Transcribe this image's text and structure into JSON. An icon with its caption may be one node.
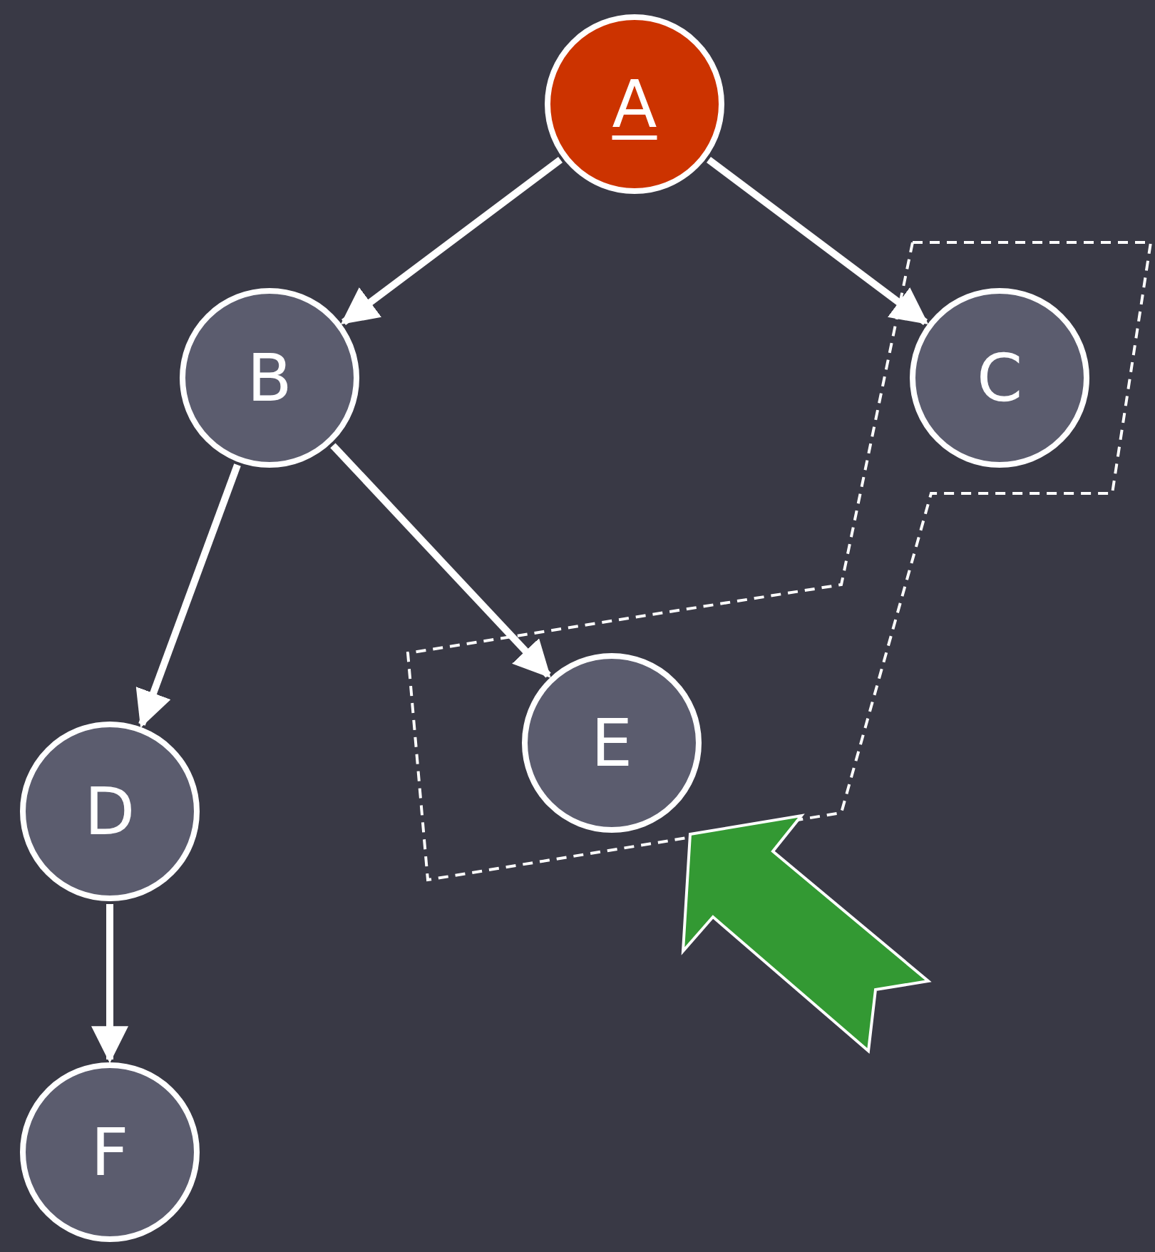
{
  "diagram": {
    "nodes": [
      {
        "text": [
          "A"
        ]
      },
      {
        "text": [
          "B"
        ]
      },
      {
        "text": [],
        "shape": "polygon"
      },
      {
        "text": [
          "C"
        ],
        "in": 2
      },
      {
        "text": [
          "D"
        ]
      },
      {
        "text": [
          "E"
        ],
        "in": 2
      },
      {
        "text": [
          "F"
        ]
      }
    ],
    "edges": [
      {
        "from": 0,
        "to": 1,
        "arrow": "to"
      },
      {
        "from": 0,
        "to": 3,
        "arrow": "to"
      },
      {
        "from": 1,
        "to": 4,
        "arrow": "to"
      },
      {
        "from": 1,
        "to": 5,
        "arrow": "to"
      },
      {
        "from": 4,
        "to": 6,
        "arrow": "to"
      },
      {
        "from": null,
        "to": 2,
        "arrow": "to",
        "style": "thick",
        "color": "#339933"
      }
    ]
  }
}
